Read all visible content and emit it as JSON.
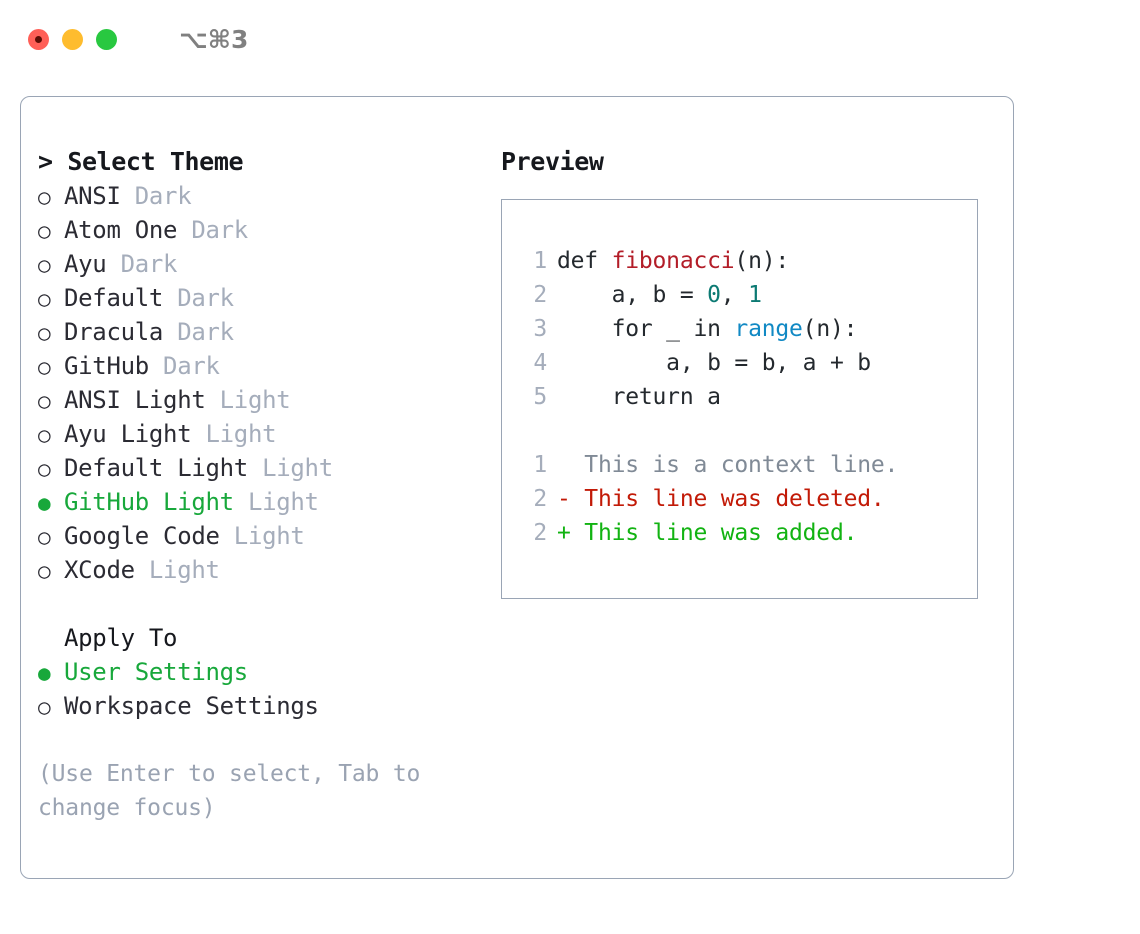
{
  "window": {
    "shortcut": "⌥⌘3",
    "traffic_lights": [
      {
        "name": "close-button",
        "color": "#ff5f57"
      },
      {
        "name": "minimize-button",
        "color": "#febc2e"
      },
      {
        "name": "maximize-button",
        "color": "#28c840"
      }
    ]
  },
  "theme_panel": {
    "header_prefix": "> ",
    "header": "Select Theme",
    "marker_unselected": "○",
    "marker_selected": "●",
    "items": [
      {
        "label": "ANSI",
        "suffix": " Dark",
        "selected": false
      },
      {
        "label": "Atom One",
        "suffix": " Dark",
        "selected": false
      },
      {
        "label": "Ayu",
        "suffix": " Dark",
        "selected": false
      },
      {
        "label": "Default",
        "suffix": " Dark",
        "selected": false
      },
      {
        "label": "Dracula",
        "suffix": " Dark",
        "selected": false
      },
      {
        "label": "GitHub",
        "suffix": " Dark",
        "selected": false
      },
      {
        "label": "ANSI Light",
        "suffix": " Light",
        "selected": false
      },
      {
        "label": "Ayu Light",
        "suffix": " Light",
        "selected": false
      },
      {
        "label": "Default Light",
        "suffix": " Light",
        "selected": false
      },
      {
        "label": "GitHub Light",
        "suffix": " Light",
        "selected": true
      },
      {
        "label": "Google Code",
        "suffix": " Light",
        "selected": false
      },
      {
        "label": "XCode",
        "suffix": " Light",
        "selected": false
      }
    ]
  },
  "apply_to": {
    "header": "Apply To",
    "items": [
      {
        "label": "User Settings",
        "selected": true
      },
      {
        "label": "Workspace Settings",
        "selected": false
      }
    ]
  },
  "hint": "(Use Enter to select, Tab to change focus)",
  "preview": {
    "header": "Preview",
    "code_lines": [
      {
        "number": "1",
        "spans": [
          {
            "text": "def ",
            "token": "plain"
          },
          {
            "text": "fibonacci",
            "token": "function"
          },
          {
            "text": "(n):",
            "token": "plain"
          }
        ]
      },
      {
        "number": "2",
        "spans": [
          {
            "text": "    a, b = ",
            "token": "plain"
          },
          {
            "text": "0",
            "token": "number"
          },
          {
            "text": ", ",
            "token": "plain"
          },
          {
            "text": "1",
            "token": "number"
          }
        ]
      },
      {
        "number": "3",
        "spans": [
          {
            "text": "    for _ in ",
            "token": "plain"
          },
          {
            "text": "range",
            "token": "builtin"
          },
          {
            "text": "(n):",
            "token": "plain"
          }
        ]
      },
      {
        "number": "4",
        "spans": [
          {
            "text": "        a, b = b, a + b",
            "token": "plain"
          }
        ]
      },
      {
        "number": "5",
        "spans": [
          {
            "text": "    return a",
            "token": "plain"
          }
        ]
      },
      {
        "number": "",
        "blank": true
      },
      {
        "number": "1",
        "spans": [
          {
            "text": "  This is a context line.",
            "token": "context"
          }
        ]
      },
      {
        "number": "2",
        "spans": [
          {
            "text": "- This line was deleted.",
            "token": "deleted"
          }
        ]
      },
      {
        "number": "2",
        "spans": [
          {
            "text": "+ This line was added.",
            "token": "added"
          }
        ]
      }
    ]
  },
  "colors": {
    "accent_green": "#18a83b",
    "muted": "#a5adbb",
    "border": "#9aa5b5",
    "text": "#2b2b33",
    "fn_red": "#b31d28",
    "number_teal": "#0c7a73",
    "builtin_blue": "#1189c4",
    "diff_deleted": "#c21a07",
    "diff_added": "#12b312"
  }
}
